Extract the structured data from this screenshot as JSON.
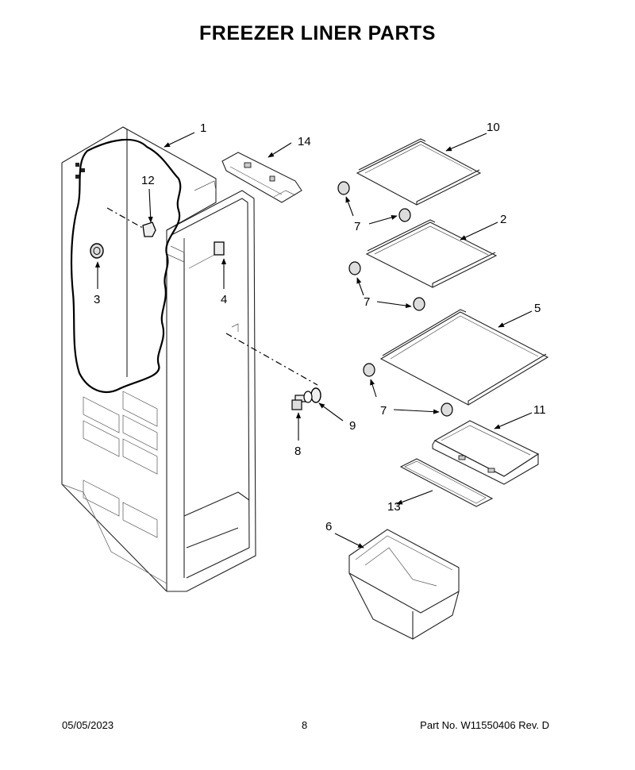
{
  "title": "FREEZER LINER PARTS",
  "footer": {
    "date": "05/05/2023",
    "page": "8",
    "part_number": "Part No.  W11550406  Rev.  D"
  },
  "callouts": {
    "c1": "1",
    "c2": "2",
    "c3": "3",
    "c4": "4",
    "c5": "5",
    "c6": "6",
    "c7a": "7",
    "c7b": "7",
    "c7c": "7",
    "c8": "8",
    "c9": "9",
    "c10": "10",
    "c11": "11",
    "c12": "12",
    "c13": "13",
    "c14": "14"
  }
}
